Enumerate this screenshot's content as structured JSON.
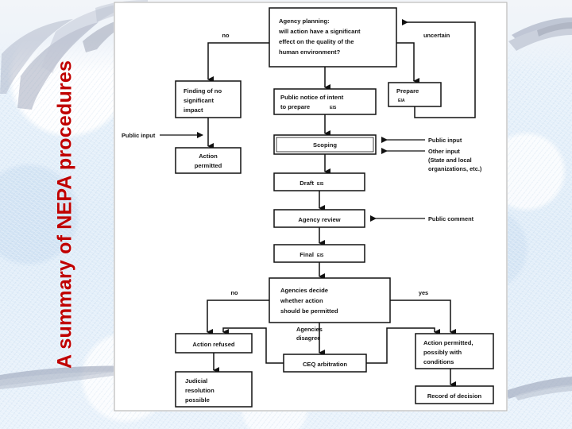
{
  "slide": {
    "title": "A summary of NEPA procedures",
    "title_color": "#C00000",
    "background_color": "#e4eef8",
    "panel_color": "#ffffff"
  },
  "figure": {
    "name": "nepa-procedures-flowchart",
    "boxes": {
      "agency_planning": {
        "lines": [
          "Agency planning:",
          "will action have a significant",
          "effect on the quality of the",
          "human environment?"
        ]
      },
      "finding_no_significant_impact": {
        "lines": [
          "Finding of no",
          "significant",
          "impact"
        ]
      },
      "action_permitted": {
        "lines": [
          "Action",
          "permitted"
        ]
      },
      "public_notice_of_intent": {
        "lines": [
          "Public notice of intent",
          "to prepare"
        ],
        "small_suffix": "EIS"
      },
      "prepare_eia": {
        "lines": [
          "Prepare"
        ],
        "small_suffix": "EIA"
      },
      "scoping": {
        "lines": [
          "Scoping"
        ]
      },
      "draft_eis": {
        "lines": [
          "Draft"
        ],
        "small_suffix": "EIS"
      },
      "agency_review": {
        "lines": [
          "Agency review"
        ]
      },
      "final_eis": {
        "lines": [
          "Final"
        ],
        "small_suffix": "EIS"
      },
      "agencies_decide": {
        "lines": [
          "Agencies decide",
          "whether action",
          "should be permitted"
        ]
      },
      "action_refused": {
        "lines": [
          "Action refused"
        ]
      },
      "ceq_arbitration": {
        "lines": [
          "CEQ arbitration"
        ]
      },
      "judicial_resolution": {
        "lines": [
          "Judicial",
          "resolution",
          "possible"
        ]
      },
      "action_permitted_conditions": {
        "lines": [
          "Action permitted,",
          "possibly with",
          "conditions"
        ]
      },
      "record_of_decision": {
        "lines": [
          "Record of decision"
        ]
      }
    },
    "edge_labels": {
      "no_top": "no",
      "uncertain": "uncertain",
      "public_input_left": "Public input",
      "public_input_scoping": "Public input",
      "other_input_line1": "Other input",
      "other_input_line2": "(State and local",
      "other_input_line3": "organizations, etc.)",
      "public_comment": "Public comment",
      "no_bottom": "no",
      "yes_bottom": "yes",
      "agencies_disagree_line1": "Agencies",
      "agencies_disagree_line2": "disagree"
    }
  }
}
